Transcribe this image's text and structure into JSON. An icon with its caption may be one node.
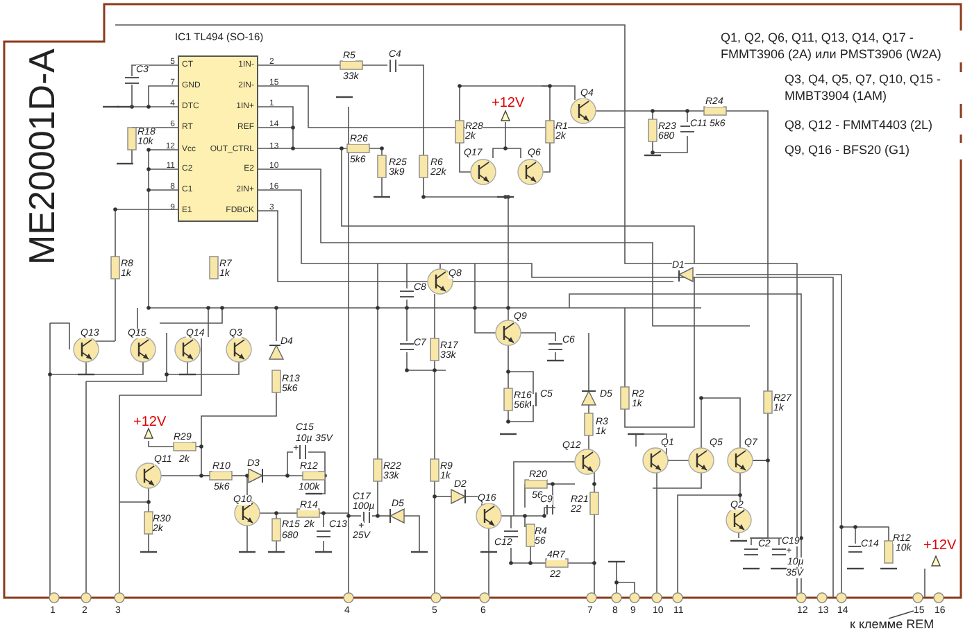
{
  "diagram": {
    "title": "ME20001D-A",
    "nodes": [
      {
        "text": [
          "IC1 TL494 (SO-16)",
          "CT",
          "GND",
          "DTC",
          "RT",
          "Vcc",
          "C2",
          "C1",
          "E1",
          "1IN-",
          "2IN-",
          "1IN+",
          "REF",
          "OUT_CTRL",
          "E2",
          "2IN+",
          "FDBCK"
        ],
        "beside": [
          "5",
          "7",
          "4",
          "6",
          "12",
          "11",
          "8",
          "9",
          "2",
          "15",
          "1",
          "14",
          "13",
          "10",
          "16",
          "3"
        ]
      },
      {
        "text": [
          "к клемме REM"
        ]
      },
      {
        "text": [
          "15"
        ]
      }
    ],
    "edges": [
      {
        "from": 1,
        "to": 2,
        "arrow": "none"
      }
    ],
    "labels": [
      "C3",
      "R18",
      "10k",
      "R8",
      "1k",
      "R7",
      "1k",
      "R5",
      "33k",
      "C4",
      "R26",
      "5k6",
      "R25",
      "3k9",
      "R6",
      "22k",
      "R28",
      "2k",
      "+12V",
      "Q17",
      "Q6",
      "R1",
      "2k",
      "Q4",
      "R23",
      "680",
      "C11",
      "R24",
      "5k6",
      "Q1, Q2, Q6, Q11, Q13, Q14, Q17 - FMMT3906 (2A) или PMST3906 (W2A)",
      "Q3, Q4, Q5, Q7, Q10, Q15 - MMBT3904 (1AM)",
      "Q8, Q12 - FMMT4403 (2L)",
      "Q9, Q16 - BFS20 (G1)",
      "D1",
      "Q8",
      "C8",
      "C7",
      "R17",
      "33k",
      "Q9",
      "C6",
      "R16",
      "56k",
      "C5",
      "D5",
      "R3",
      "1k",
      "Q12",
      "R2",
      "1k",
      "Q13",
      "Q15",
      "Q14",
      "Q3",
      "D4",
      "R13",
      "5k6",
      "+12V",
      "R29",
      "Q11",
      "2k",
      "R10",
      "5k6",
      "D3",
      "C15",
      "10µ",
      "35V",
      "+",
      "R12",
      "100k",
      "Q10",
      "R14",
      "R15",
      "2k",
      "C13",
      "680",
      "R30",
      "2k",
      "C17",
      "100µ",
      "+",
      "25V",
      "D5",
      "R22",
      "33k",
      "R9",
      "1k",
      "D2",
      "Q16",
      "R20",
      "56",
      "C9",
      "C12",
      "R4",
      "56",
      "R21",
      "22",
      "4R7",
      "22",
      "Q1",
      "Q5",
      "Q7",
      "Q2",
      "R27",
      "1k",
      "C2",
      "C19",
      "+",
      "10µ",
      "35V",
      "C14",
      "R12",
      "10k",
      "+12V",
      "1",
      "2",
      "3",
      "4",
      "5",
      "6",
      "7",
      "8",
      "9",
      "10",
      "11",
      "12",
      "13",
      "14",
      "16"
    ]
  }
}
